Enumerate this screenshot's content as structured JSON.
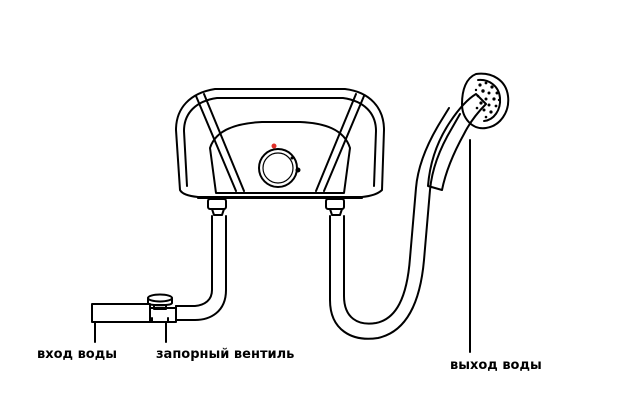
{
  "labels": {
    "water_inlet": "вход воды",
    "shutoff_valve": "запорный вентиль",
    "water_outlet": "выход воды"
  },
  "colors": {
    "line": "#000000",
    "indicator": "#e0302a",
    "background": "#ffffff"
  }
}
